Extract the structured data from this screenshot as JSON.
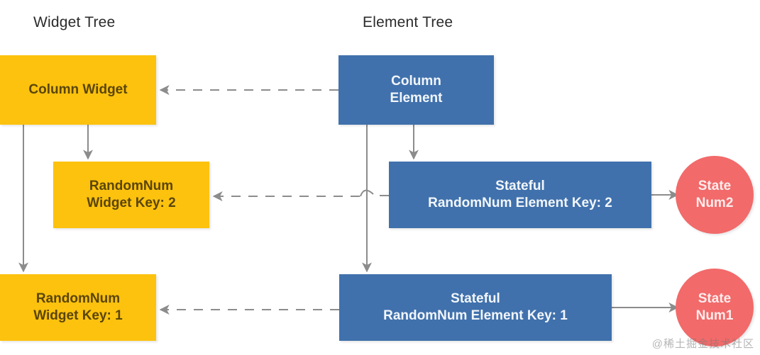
{
  "diagram": {
    "title_left": "Widget Tree",
    "title_right": "Element Tree",
    "watermark": "@稀土掘金技术社区",
    "colors": {
      "widget": "#FCC20E",
      "widget_text": "#5A4508",
      "element": "#4071AC",
      "element_text": "#F2F6FB",
      "state": "#F26A6A",
      "state_text": "#FDECEC",
      "edge": "#8C8C8C",
      "background": "#FFFFFF",
      "title_text": "#2B2B2B"
    }
  },
  "nodes": {
    "column_widget": {
      "line1": "Column Widget"
    },
    "randomnum_widget_2": {
      "line1": "RandomNum",
      "line2": "Widget Key: 2"
    },
    "randomnum_widget_1": {
      "line1": "RandomNum",
      "line2": "Widget Key: 1"
    },
    "column_element": {
      "line1": "Column",
      "line2": "Element"
    },
    "stateful_element_2": {
      "line1": "Stateful",
      "line2": "RandomNum Element Key: 2"
    },
    "stateful_element_1": {
      "line1": "Stateful",
      "line2": "RandomNum Element Key: 1"
    },
    "state_num2": {
      "line1": "State",
      "line2": "Num2"
    },
    "state_num1": {
      "line1": "State",
      "line2": "Num1"
    }
  },
  "edges": [
    {
      "name": "column-element-to-column-widget",
      "style": "dashed",
      "direction": "left"
    },
    {
      "name": "stateful-element-2-to-randomnum-widget-2",
      "style": "dashed",
      "direction": "left"
    },
    {
      "name": "stateful-element-1-to-randomnum-widget-1",
      "style": "dashed",
      "direction": "left"
    },
    {
      "name": "column-widget-to-randomnum-widget-2",
      "style": "solid",
      "direction": "down"
    },
    {
      "name": "column-widget-to-randomnum-widget-1",
      "style": "solid",
      "direction": "down"
    },
    {
      "name": "column-element-to-stateful-element-2",
      "style": "solid",
      "direction": "down"
    },
    {
      "name": "column-element-to-stateful-element-1",
      "style": "solid",
      "direction": "down"
    },
    {
      "name": "stateful-element-2-to-state-num2",
      "style": "solid",
      "direction": "right"
    },
    {
      "name": "stateful-element-1-to-state-num1",
      "style": "solid",
      "direction": "right"
    }
  ]
}
